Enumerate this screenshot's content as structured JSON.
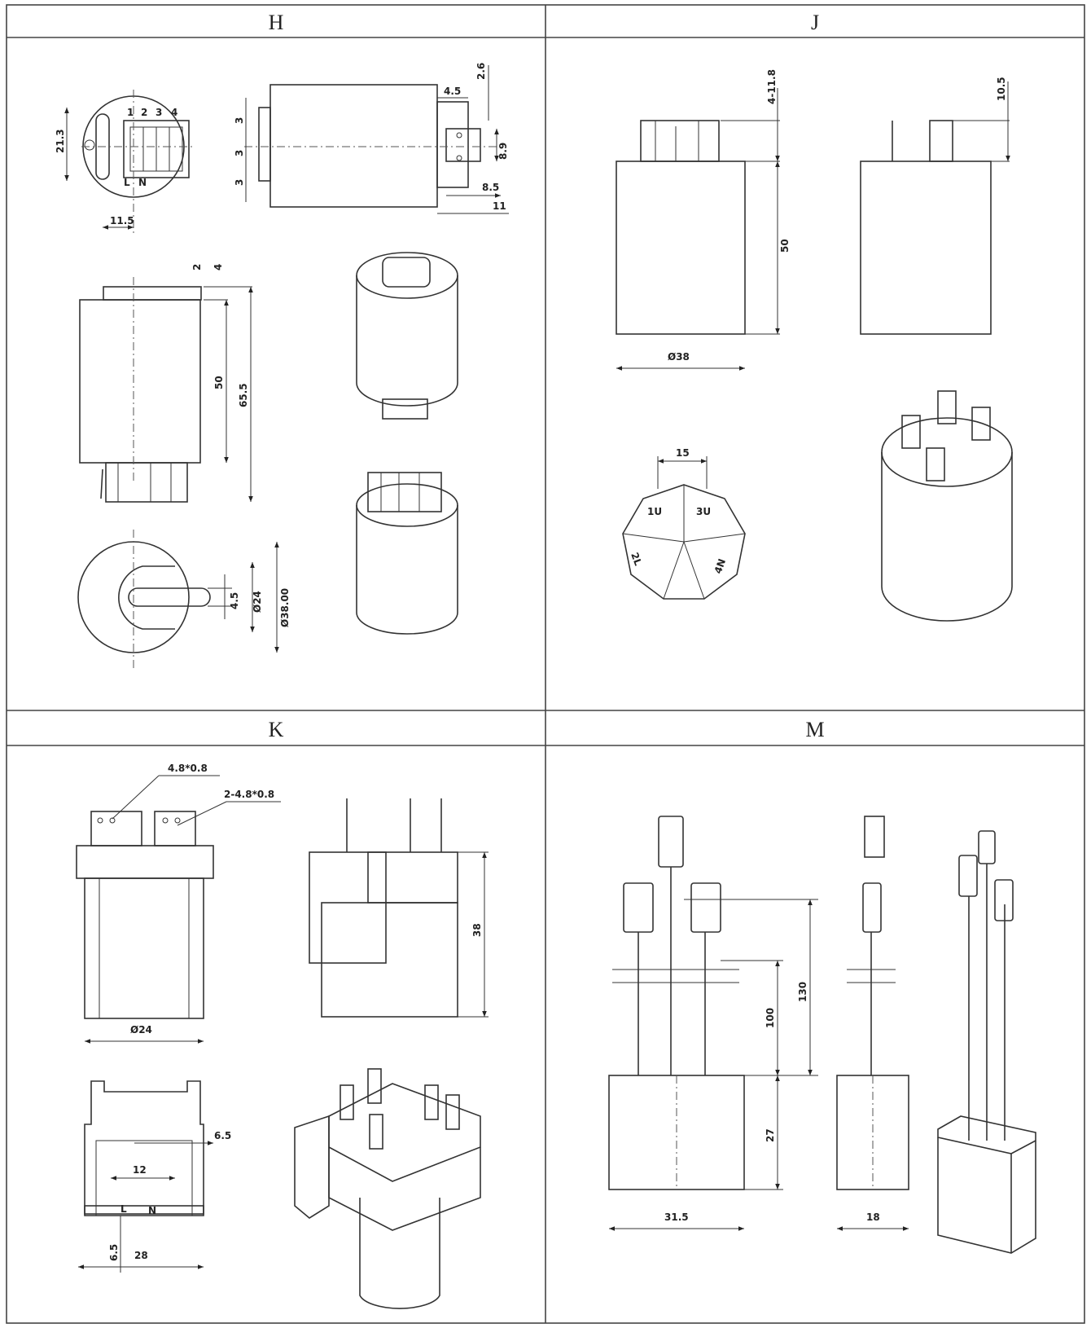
{
  "panels": [
    {
      "id": "H",
      "header": "H"
    },
    {
      "id": "J",
      "header": "J"
    },
    {
      "id": "K",
      "header": "K"
    },
    {
      "id": "M",
      "header": "M"
    }
  ],
  "dims": {
    "H": {
      "pins": [
        "1",
        "2",
        "3",
        "4"
      ],
      "L": "L",
      "N": "N",
      "d21_3": "21.3",
      "d11_5": "11.5",
      "d3a": "3",
      "d3b": "3",
      "d3c": "3",
      "d4_5": "4.5",
      "d2_6": "2.6",
      "d8_9": "8.9",
      "d8_5": "8.5",
      "d11": "11",
      "d2": "2",
      "d4": "4",
      "d50": "50",
      "d65_5": "65.5",
      "d4_5b": "4.5",
      "d24": "Ø24",
      "d38": "Ø38.00"
    },
    "J": {
      "d4_11_8": "4-11.8",
      "d50": "50",
      "d38": "Ø38",
      "d10_5": "10.5",
      "d15": "15",
      "t1U": "1U",
      "t3U": "3U",
      "t2L": "2L",
      "t4N": "4N"
    },
    "K": {
      "d48": "4.8*0.8",
      "d248": "2-4.8*0.8",
      "d24": "Ø24",
      "d38": "38",
      "d6_5": "6.5",
      "d12": "12",
      "d6_5b": "6.5",
      "d28": "28",
      "L": "L",
      "N": "N"
    },
    "M": {
      "d130": "130",
      "d100": "100",
      "d27": "27",
      "d31_5": "31.5",
      "d18": "18"
    }
  }
}
